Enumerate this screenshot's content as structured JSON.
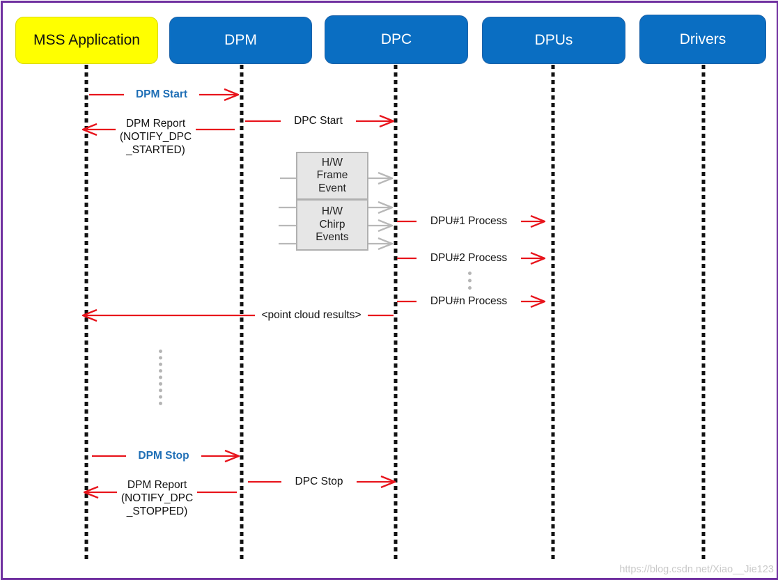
{
  "participants": {
    "app": "MSS Application",
    "dpm": "DPM",
    "dpc": "DPC",
    "dpus": "DPUs",
    "drivers": "Drivers"
  },
  "messages": {
    "dpm_start": "DPM Start",
    "dpm_report_started": [
      "DPM Report",
      "(NOTIFY_DPC",
      "_STARTED)"
    ],
    "dpc_start": "DPC Start",
    "hw_frame_event": [
      "H/W",
      "Frame",
      "Event"
    ],
    "hw_chirp_events": [
      "H/W",
      "Chirp",
      "Events"
    ],
    "dpu1_process": "DPU#1  Process",
    "dpu2_process": "DPU#2  Process",
    "dpun_process": "DPU#n  Process",
    "point_cloud": "<point cloud results>",
    "dpm_stop": "DPM Stop",
    "dpm_report_stopped": [
      "DPM Report",
      "(NOTIFY_DPC",
      "_STOPPED)"
    ],
    "dpc_stop": "DPC Stop"
  },
  "watermark": "https://blog.csdn.net/Xiao__Jie123",
  "colors": {
    "border": "#7030a0",
    "header_blue": "#0a6ec2",
    "header_yellow": "#ffff00",
    "arrow": "#e8141c",
    "event_arrow": "#b8b8b8",
    "label_blue": "#1f6fb6"
  }
}
